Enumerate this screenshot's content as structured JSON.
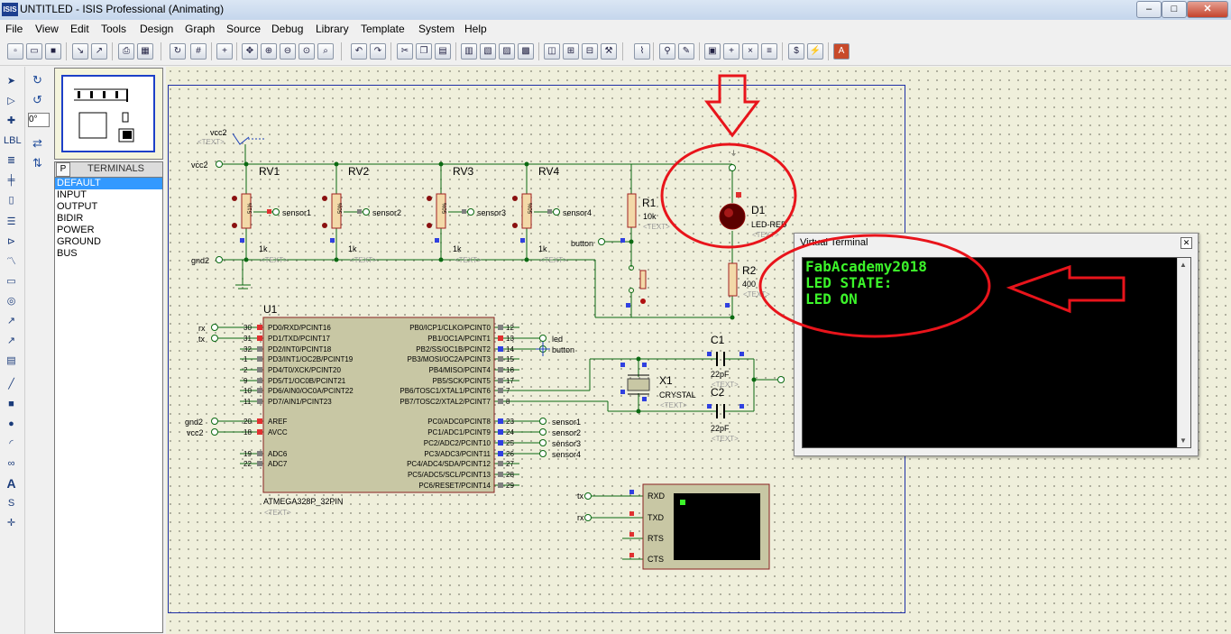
{
  "window": {
    "app_icon": "ISIS",
    "title": "UNTITLED - ISIS Professional (Animating)",
    "controls": {
      "minimize": "–",
      "maximize": "□",
      "close": "✕"
    }
  },
  "menu": [
    "File",
    "View",
    "Edit",
    "Tools",
    "Design",
    "Graph",
    "Source",
    "Debug",
    "Library",
    "Template",
    "System",
    "Help"
  ],
  "rotation": {
    "angle": "0°"
  },
  "picker": {
    "mode_button": "P",
    "header": "TERMINALS",
    "items": [
      "DEFAULT",
      "INPUT",
      "OUTPUT",
      "BIDIR",
      "POWER",
      "GROUND",
      "BUS"
    ],
    "selected_index": 0
  },
  "schematic": {
    "power_label": "vcc2",
    "text_placeholder": "<TEXT>",
    "nets": {
      "vcc": "vcc2",
      "gnd": "gnd2"
    },
    "pots": [
      {
        "ref": "RV1",
        "value": "1k",
        "pct": "51%",
        "net": "sensor1"
      },
      {
        "ref": "RV2",
        "value": "1k",
        "pct": "50%",
        "net": "sensor2"
      },
      {
        "ref": "RV3",
        "value": "1k",
        "pct": "50%",
        "net": "sensor3"
      },
      {
        "ref": "RV4",
        "value": "1k",
        "pct": "50%",
        "net": "sensor4"
      }
    ],
    "r1": {
      "ref": "R1",
      "value": "10k"
    },
    "button_label": "button",
    "d1": {
      "ref": "D1",
      "value": "LED-RED"
    },
    "r2": {
      "ref": "R2",
      "value": "400"
    },
    "mcu": {
      "ref": "U1",
      "part": "ATMEGA328P_32PIN",
      "left_pins": [
        {
          "num": "30",
          "name": "PD0/RXD/PCINT16",
          "net": "rx"
        },
        {
          "num": "31",
          "name": "PD1/TXD/PCINT17",
          "net": "tx"
        },
        {
          "num": "32",
          "name": "PD2/INT0/PCINT18",
          "net": ""
        },
        {
          "num": "1",
          "name": "PD3/INT1/OC2B/PCINT19",
          "net": ""
        },
        {
          "num": "2",
          "name": "PD4/T0/XCK/PCINT20",
          "net": ""
        },
        {
          "num": "9",
          "name": "PD5/T1/OC0B/PCINT21",
          "net": ""
        },
        {
          "num": "10",
          "name": "PD6/AIN0/OC0A/PCINT22",
          "net": ""
        },
        {
          "num": "11",
          "name": "PD7/AIN1/PCINT23",
          "net": ""
        },
        {
          "num": "20",
          "name": "AREF",
          "net": "gnd2"
        },
        {
          "num": "18",
          "name": "AVCC",
          "net": "vcc2"
        },
        {
          "num": "19",
          "name": "ADC6",
          "net": ""
        },
        {
          "num": "22",
          "name": "ADC7",
          "net": ""
        }
      ],
      "right_pins": [
        {
          "num": "12",
          "name": "PB0/ICP1/CLKO/PCINT0",
          "net": ""
        },
        {
          "num": "13",
          "name": "PB1/OC1A/PCINT1",
          "net": "led"
        },
        {
          "num": "14",
          "name": "PB2/SS/OC1B/PCINT2",
          "net": "button"
        },
        {
          "num": "15",
          "name": "PB3/MOSI/OC2A/PCINT3",
          "net": ""
        },
        {
          "num": "16",
          "name": "PB4/MISO/PCINT4",
          "net": ""
        },
        {
          "num": "17",
          "name": "PB5/SCK/PCINT5",
          "net": ""
        },
        {
          "num": "7",
          "name": "PB6/TOSC1/XTAL1/PCINT6",
          "net": ""
        },
        {
          "num": "8",
          "name": "PB7/TOSC2/XTAL2/PCINT7",
          "net": ""
        },
        {
          "num": "23",
          "name": "PC0/ADC0/PCINT8",
          "net": "sensor1"
        },
        {
          "num": "24",
          "name": "PC1/ADC1/PCINT9",
          "net": "sensor2"
        },
        {
          "num": "25",
          "name": "PC2/ADC2/PCINT10",
          "net": "sensor3"
        },
        {
          "num": "26",
          "name": "PC3/ADC3/PCINT11",
          "net": "sensor4"
        },
        {
          "num": "27",
          "name": "PC4/ADC4/SDA/PCINT12",
          "net": ""
        },
        {
          "num": "28",
          "name": "PC5/ADC5/SCL/PCINT13",
          "net": ""
        },
        {
          "num": "29",
          "name": "PC6/RESET/PCINT14",
          "net": ""
        }
      ]
    },
    "crystal": {
      "ref": "X1",
      "value": "CRYSTAL"
    },
    "c1": {
      "ref": "C1",
      "value": "22pF"
    },
    "c2": {
      "ref": "C2",
      "value": "22pF"
    },
    "terminal_pins": [
      "RXD",
      "TXD",
      "RTS",
      "CTS"
    ],
    "terminal_nets": {
      "rxd": "tx",
      "txd": "rx"
    }
  },
  "virtual_terminal": {
    "title": "Virtual Terminal",
    "close": "✕",
    "lines": [
      "FabAcademy2018",
      "LED STATE:",
      "LED ON"
    ],
    "text_color": "#3cf52a"
  },
  "annotation_color": "#e8141b"
}
